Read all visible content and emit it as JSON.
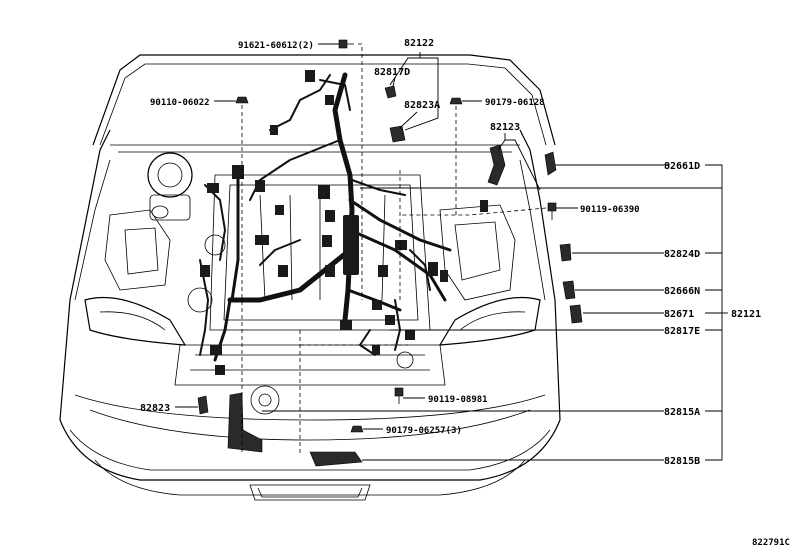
{
  "diagram": {
    "figure_code": "822791C",
    "callouts": [
      {
        "id": "c1",
        "text": "91621-60612(2)"
      },
      {
        "id": "c2",
        "text": "82122"
      },
      {
        "id": "c3",
        "text": "82817D"
      },
      {
        "id": "c4",
        "text": "82823A"
      },
      {
        "id": "c5",
        "text": "90110-06022"
      },
      {
        "id": "c6",
        "text": "90179-06128"
      },
      {
        "id": "c7",
        "text": "82123"
      },
      {
        "id": "c8",
        "text": "82661D"
      },
      {
        "id": "c9",
        "text": "90119-06390"
      },
      {
        "id": "c10",
        "text": "82824D"
      },
      {
        "id": "c11",
        "text": "82666N"
      },
      {
        "id": "c12",
        "text": "82671"
      },
      {
        "id": "c13",
        "text": "82121"
      },
      {
        "id": "c14",
        "text": "82817E"
      },
      {
        "id": "c15",
        "text": "82823"
      },
      {
        "id": "c16",
        "text": "90119-08981"
      },
      {
        "id": "c17",
        "text": "82815A"
      },
      {
        "id": "c18",
        "text": "90179-06257(3)"
      },
      {
        "id": "c19",
        "text": "82815B"
      }
    ]
  }
}
